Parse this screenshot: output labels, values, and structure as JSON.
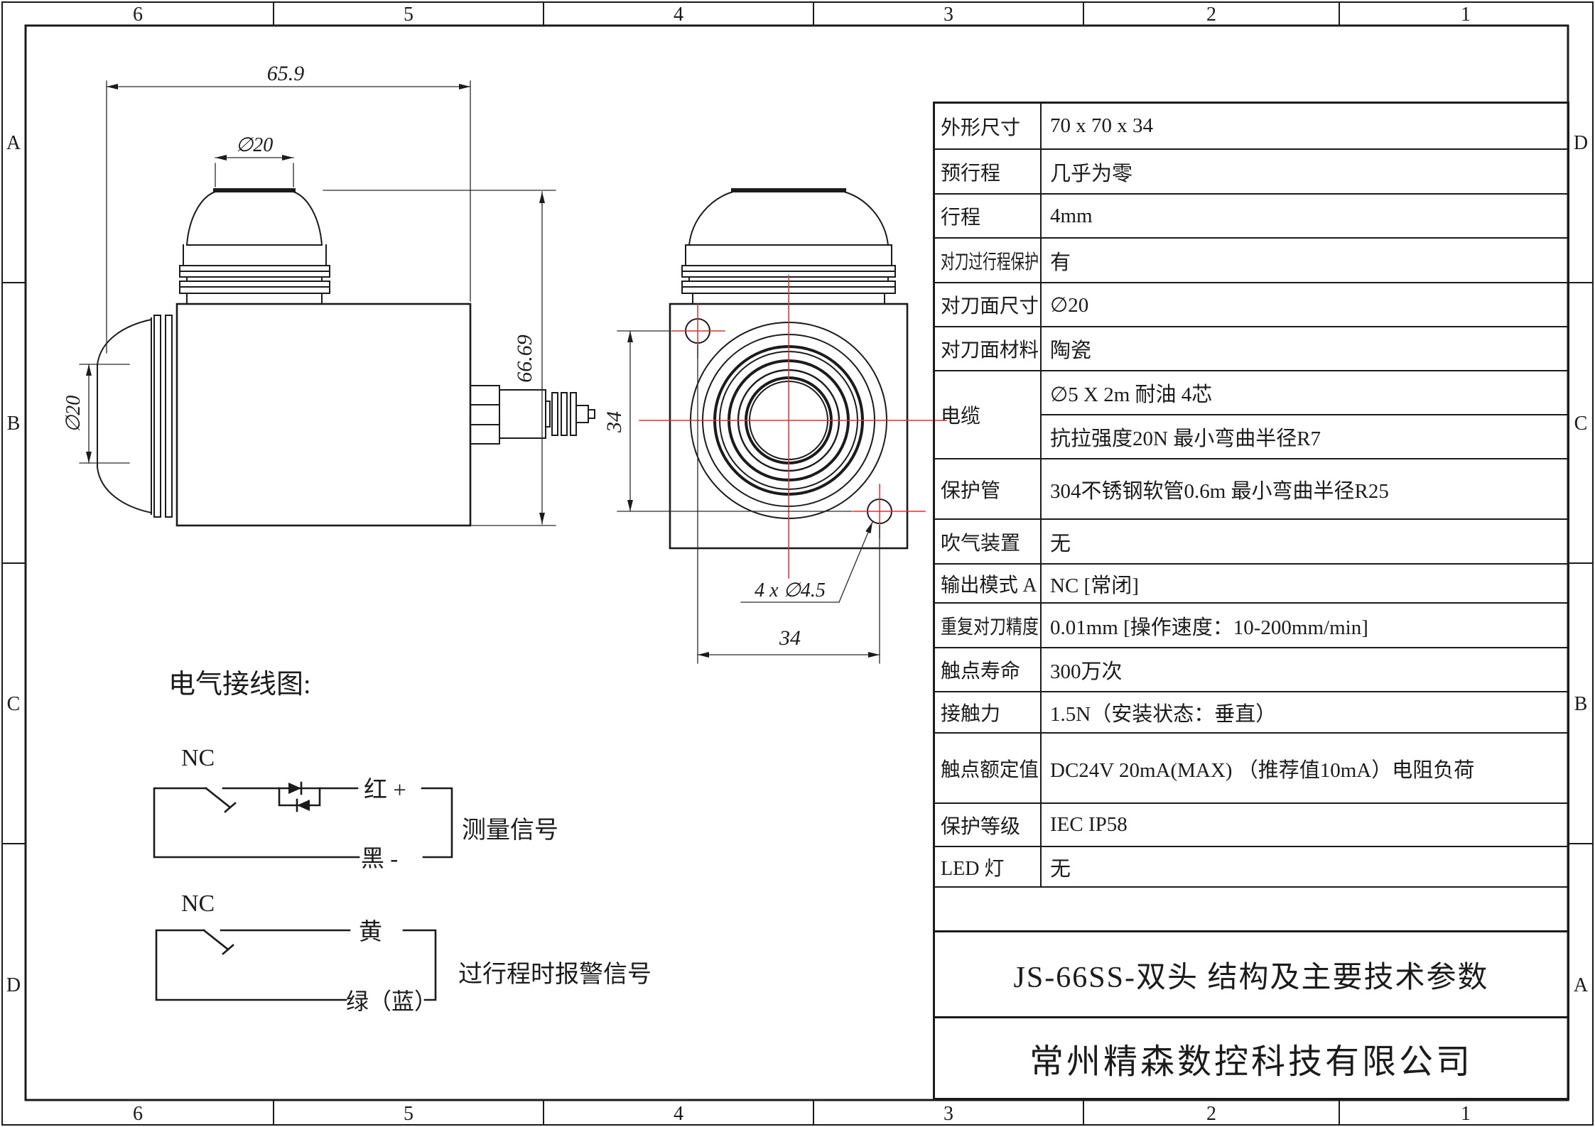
{
  "sheet": {
    "line_color": "#1b1b1b",
    "centerline_color": "#e03030",
    "background": "#ffffff"
  },
  "border_zones": {
    "columns": [
      "6",
      "5",
      "4",
      "3",
      "2",
      "1"
    ],
    "rows_left": [
      "A",
      "B",
      "C",
      "D"
    ],
    "rows_right": [
      "D",
      "C",
      "B",
      "A"
    ]
  },
  "views": {
    "side": {
      "dims": {
        "overall_width": "65.9",
        "cap_diameter": "∅20",
        "probe_diameter": "∅20",
        "overall_height": "66.69"
      }
    },
    "front": {
      "dims": {
        "hole_spacing_vertical": "34",
        "hole_spacing_horizontal": "34",
        "hole_note": "4 x ∅4.5"
      }
    }
  },
  "wiring": {
    "title": "电气接线图:",
    "circuit1": {
      "contact": "NC",
      "wire_positive": "红 +",
      "wire_negative": "黑 -",
      "signal": "测量信号"
    },
    "circuit2": {
      "contact": "NC",
      "wire_a": "黄",
      "wire_b": "绿（蓝）",
      "signal": "过行程时报警信号"
    }
  },
  "spec_table": {
    "rows1": [
      {
        "label": "外形尺寸",
        "value": "70 x 70 x 34"
      },
      {
        "label": "预行程",
        "value": "几乎为零"
      },
      {
        "label": "行程",
        "value": "4mm"
      },
      {
        "label": "对刀过行程保护",
        "value": "有"
      },
      {
        "label": "对刀面尺寸",
        "value": "∅20"
      },
      {
        "label": "对刀面材料",
        "value": "陶瓷"
      }
    ],
    "cable": {
      "label": "电缆",
      "value_line1": "∅5 X 2m 耐油 4芯",
      "value_line2": "抗拉强度20N 最小弯曲半径R7"
    },
    "rows2": [
      {
        "label": "保护管",
        "value": "304不锈钢软管0.6m 最小弯曲半径R25"
      },
      {
        "label": "吹气装置",
        "value": "无"
      },
      {
        "label": "输出模式 A",
        "value": "NC [常闭]"
      },
      {
        "label": "重复对刀精度",
        "value": "0.01mm [操作速度：10-200mm/min]"
      },
      {
        "label": "触点寿命",
        "value": "300万次"
      },
      {
        "label": "接触力",
        "value": "1.5N（安装状态：垂直）"
      },
      {
        "label": "触点额定值",
        "value": "DC24V 20mA(MAX) （推荐值10mA）电阻负荷"
      },
      {
        "label": "保护等级",
        "value": "IEC IP58"
      },
      {
        "label": "LED 灯",
        "value": "无"
      }
    ],
    "title": "JS-66SS-双头 结构及主要技术参数",
    "company": "常州精森数控科技有限公司"
  }
}
